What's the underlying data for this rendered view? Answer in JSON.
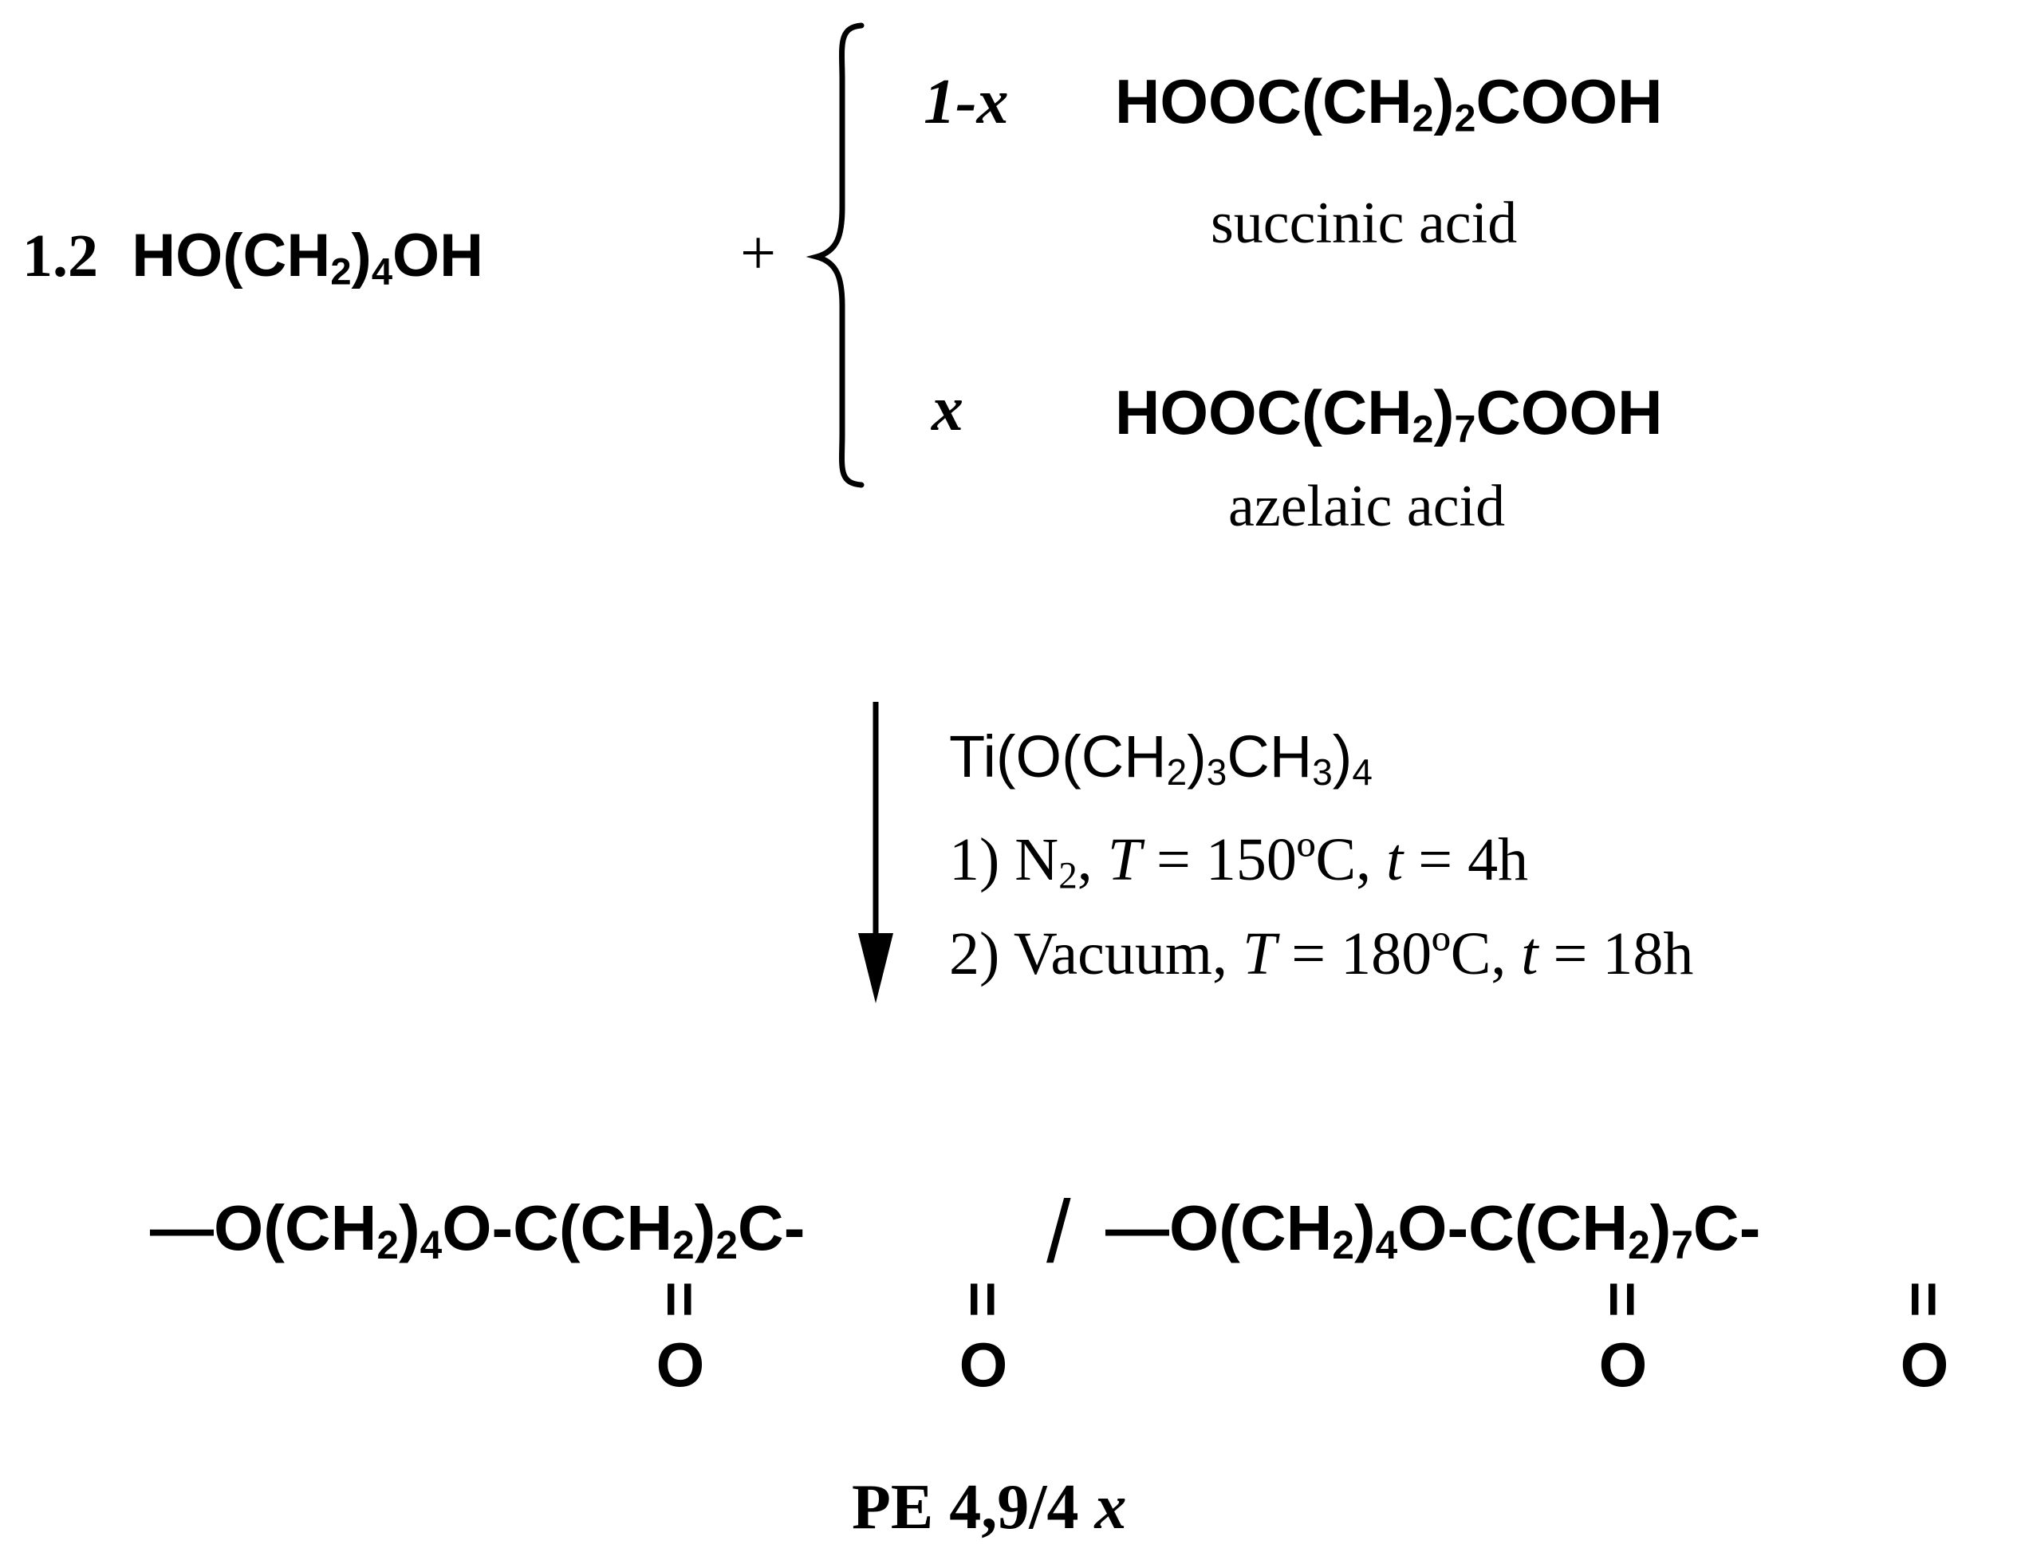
{
  "reactants": {
    "diol_coefficient": "1.2",
    "diol_prefix": "HO(CH",
    "diol_sub": "2",
    "diol_mid": ")",
    "diol_sub2": "4",
    "diol_suffix": "OH",
    "plus": "+",
    "succinic": {
      "coefficient": "1-x",
      "formula_a": "HOOC(CH",
      "sub_a": "2",
      "formula_b": ")",
      "sub_b": "2",
      "formula_c": "COOH",
      "name": "succinic acid"
    },
    "azelaic": {
      "coefficient": "x",
      "formula_a": "HOOC(CH",
      "sub_a": "2",
      "formula_b": ")",
      "sub_b": "7",
      "formula_c": "COOH",
      "name": "azelaic acid"
    }
  },
  "conditions": {
    "catalyst_a": "Ti(O(CH",
    "catalyst_sub_a": "2",
    "catalyst_b": ")",
    "catalyst_sub_b": "3",
    "catalyst_c": "CH",
    "catalyst_sub_c": "3",
    "catalyst_d": ")",
    "catalyst_sub_d": "4",
    "step1_a": "1) N",
    "step1_sub": "2",
    "step1_b": ", ",
    "step1_T": "T",
    "step1_c": " = 150ºC, ",
    "step1_t": "t",
    "step1_d": " = 4h",
    "step2_a": "2) Vacuum, ",
    "step2_T": "T",
    "step2_b": " = 180ºC, ",
    "step2_t": "t",
    "step2_c": " = 18h"
  },
  "product": {
    "seg1_a": "—O(CH",
    "seg1_sub_a": "2",
    "seg1_b": ")",
    "seg1_sub_b": "4",
    "seg1_c": "O-",
    "carbonyl_1": "C",
    "seg1_d": "(CH",
    "seg1_sub_c": "2",
    "seg1_e": ")",
    "seg1_sub_d": "2",
    "carbonyl_2": "C",
    "seg1_f": "-",
    "separator": "/",
    "seg2_a": "—O(CH",
    "seg2_sub_a": "2",
    "seg2_b": ")",
    "seg2_sub_b": "4",
    "seg2_c": "O-",
    "carbonyl_3": "C",
    "seg2_d": "(CH",
    "seg2_sub_c": "2",
    "seg2_e": ")",
    "seg2_sub_d": "7",
    "carbonyl_4": "C",
    "seg2_f": "-",
    "oxygen": "O",
    "double_bond": "=",
    "name_a": "PE 4,9/4 ",
    "name_x": "x"
  }
}
